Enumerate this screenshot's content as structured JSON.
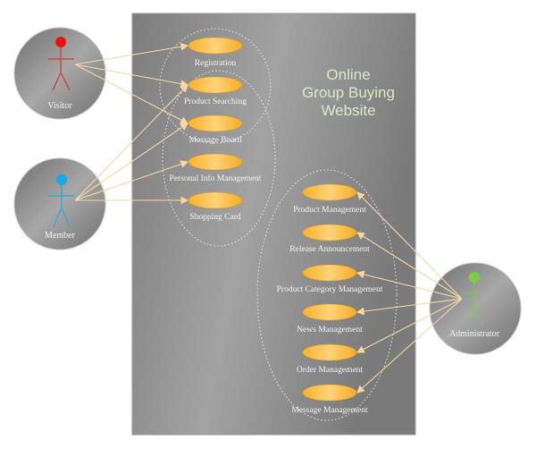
{
  "system": {
    "title_lines": [
      "Online",
      "Group Buying",
      "Website"
    ]
  },
  "actors": [
    {
      "name": "Visitor",
      "color": "#ee1111"
    },
    {
      "name": "Member",
      "color": "#11aaee"
    },
    {
      "name": "Administrator",
      "color": "#7ccc44"
    }
  ],
  "use_cases": {
    "left": [
      "Registration",
      "Product Searching",
      "Message Board",
      "Personal Info Management",
      "Shopping Card"
    ],
    "right": [
      "Product Management",
      "Release Announcement",
      "Product Category Management",
      "News Management",
      "Order Management",
      "Message Management"
    ]
  },
  "colors": {
    "use_case": "#fbb838",
    "association": "#f6d7a4",
    "panel": "#8a8a8a"
  }
}
